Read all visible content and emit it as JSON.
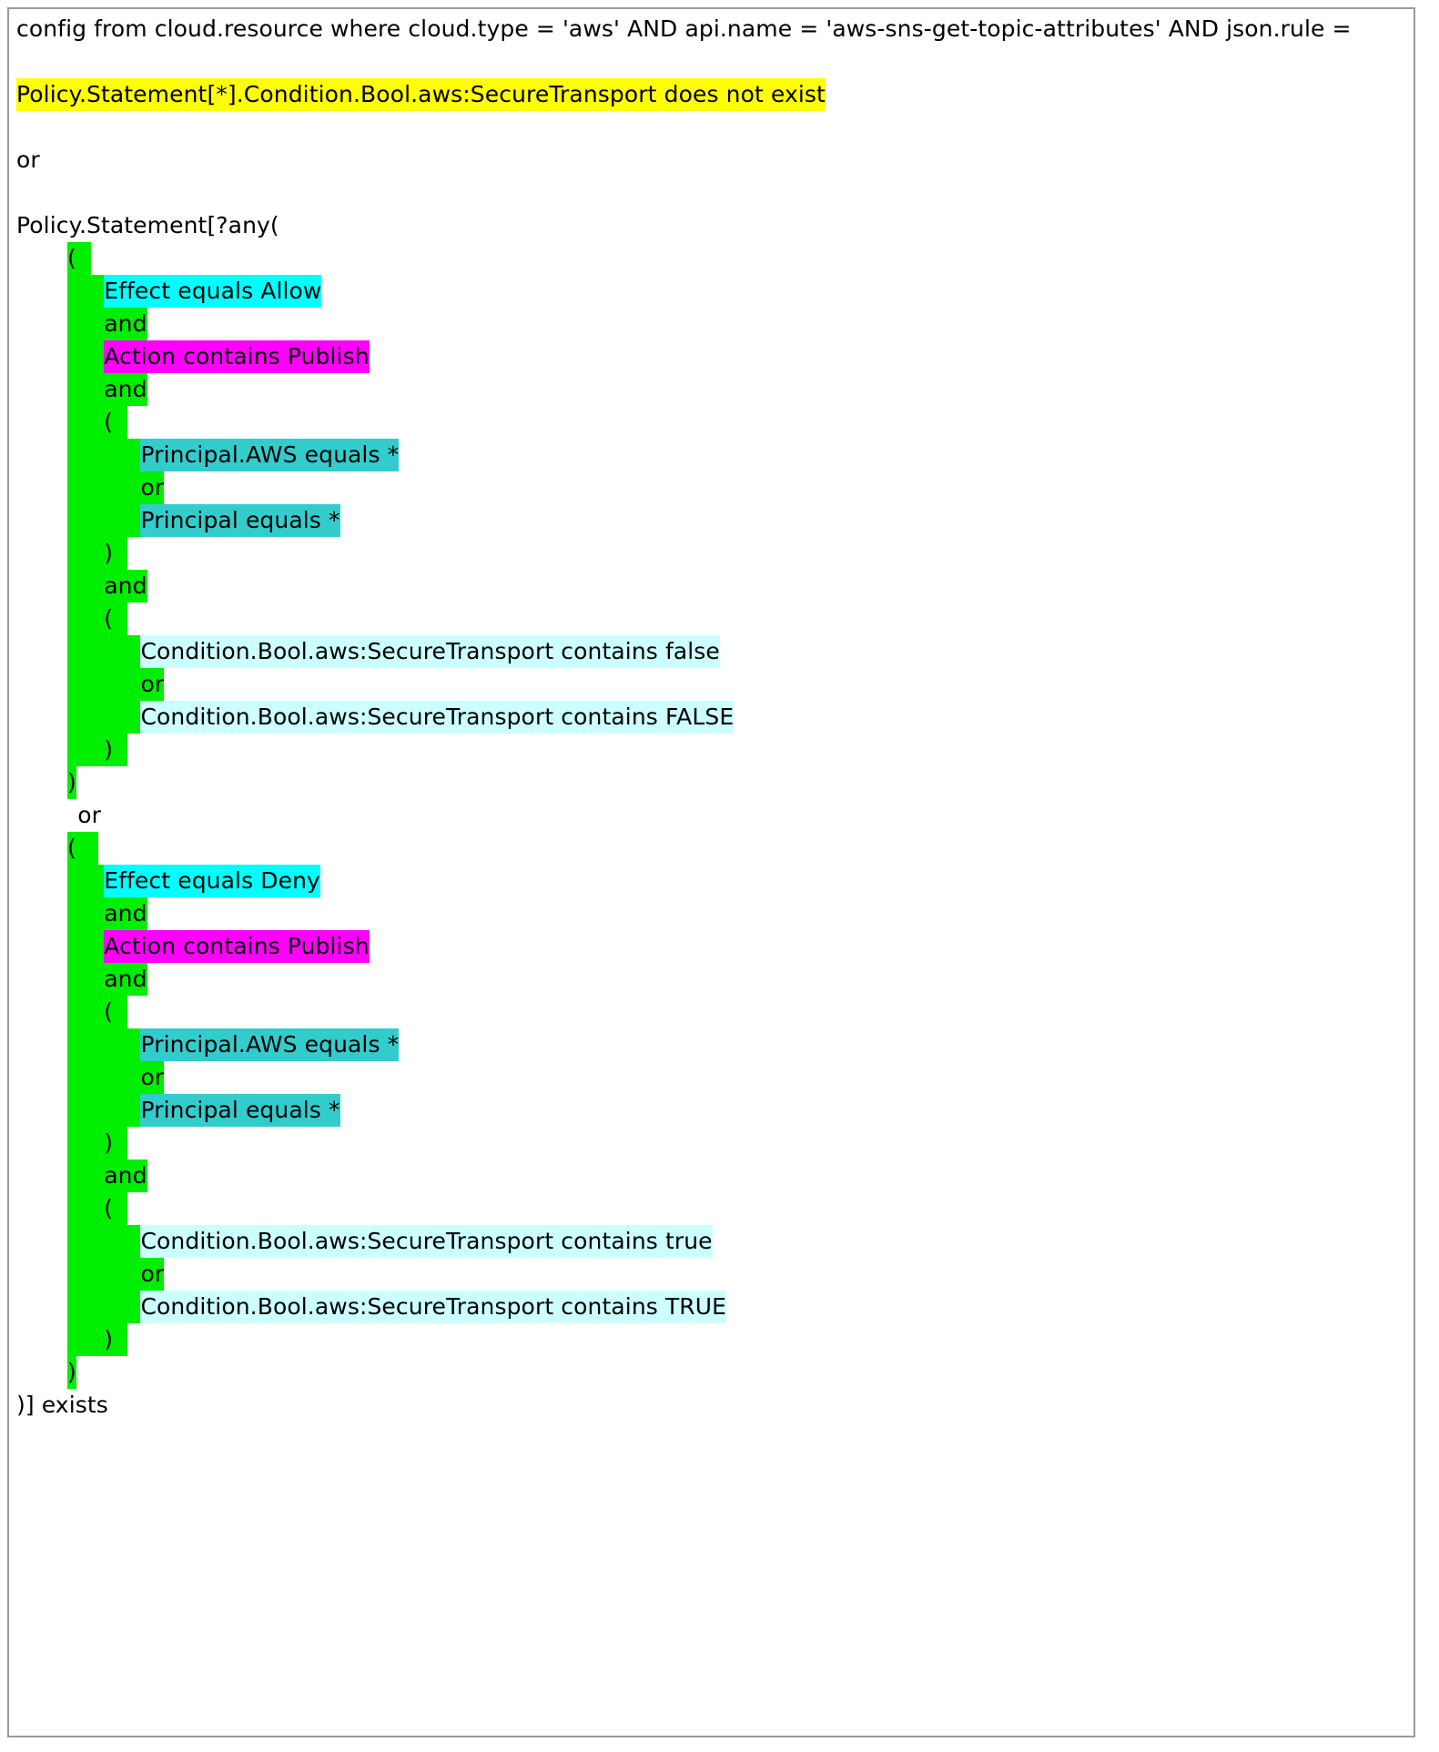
{
  "document": {
    "title": "RQL query with highlighted policy condition clauses",
    "colors": {
      "yellow": "#ffff00",
      "green": "#00ee00",
      "cyan": "#00ffff",
      "teal": "#33cccc",
      "magenta": "#ff00ff",
      "pale_cyan": "#ccffff",
      "page_border": "#9a9a9a",
      "text": "#000000",
      "background": "#ffffff"
    },
    "lines": [
      {
        "id": "query-header",
        "indent": 0,
        "runs": [
          {
            "text": "config from cloud.resource where cloud.type = 'aws' AND api.name = 'aws-sns-get-topic-attributes' AND json.rule =",
            "color": "none"
          }
        ]
      },
      {
        "id": "blank-1",
        "blank": true
      },
      {
        "id": "rule-clause-1",
        "indent": 0,
        "runs": [
          {
            "text": "Policy.Statement[*].Condition.Bool.aws:SecureTransport does not exist",
            "color": "yellow"
          }
        ]
      },
      {
        "id": "blank-2",
        "blank": true
      },
      {
        "id": "operator-or-top",
        "indent": 0,
        "runs": [
          {
            "text": "or",
            "color": "none"
          }
        ]
      },
      {
        "id": "blank-3",
        "blank": true
      },
      {
        "id": "rule-clause-2-open",
        "indent": 0,
        "runs": [
          {
            "text": "Policy.Statement[?any(",
            "color": "none"
          }
        ]
      },
      {
        "id": "allow-block-open-paren",
        "indent": 5,
        "runs": [
          {
            "text": "(",
            "color": "green"
          },
          {
            "text": "  ",
            "color": "green"
          }
        ]
      },
      {
        "id": "allow-effect",
        "indent": 5,
        "runs": [
          {
            "text": "     ",
            "color": "green"
          },
          {
            "text": "Effect equals Allow",
            "color": "cyan"
          }
        ]
      },
      {
        "id": "allow-and-1",
        "indent": 5,
        "runs": [
          {
            "text": "     ",
            "color": "green"
          },
          {
            "text": "and",
            "color": "green"
          }
        ]
      },
      {
        "id": "allow-action",
        "indent": 5,
        "runs": [
          {
            "text": "     ",
            "color": "green"
          },
          {
            "text": "Action contains Publish",
            "color": "magenta"
          }
        ]
      },
      {
        "id": "allow-and-2",
        "indent": 5,
        "runs": [
          {
            "text": "     ",
            "color": "green"
          },
          {
            "text": "and",
            "color": "green"
          }
        ]
      },
      {
        "id": "allow-principal-open-paren",
        "indent": 5,
        "runs": [
          {
            "text": "     ",
            "color": "green"
          },
          {
            "text": "(",
            "color": "green"
          },
          {
            "text": "  ",
            "color": "green"
          }
        ]
      },
      {
        "id": "allow-principal-aws",
        "indent": 5,
        "runs": [
          {
            "text": "          ",
            "color": "green"
          },
          {
            "text": "Principal.AWS equals *",
            "color": "teal"
          }
        ]
      },
      {
        "id": "allow-principal-or",
        "indent": 5,
        "runs": [
          {
            "text": "          ",
            "color": "green"
          },
          {
            "text": "or",
            "color": "green"
          }
        ]
      },
      {
        "id": "allow-principal-star",
        "indent": 5,
        "runs": [
          {
            "text": "          ",
            "color": "green"
          },
          {
            "text": "Principal equals *",
            "color": "teal"
          }
        ]
      },
      {
        "id": "allow-principal-close-paren",
        "indent": 5,
        "runs": [
          {
            "text": "     ",
            "color": "green"
          },
          {
            "text": ")",
            "color": "green"
          },
          {
            "text": "  ",
            "color": "green"
          }
        ]
      },
      {
        "id": "allow-and-3",
        "indent": 5,
        "runs": [
          {
            "text": "     ",
            "color": "green"
          },
          {
            "text": "and",
            "color": "green"
          }
        ]
      },
      {
        "id": "allow-condition-open-paren",
        "indent": 5,
        "runs": [
          {
            "text": "     ",
            "color": "green"
          },
          {
            "text": "(",
            "color": "green"
          },
          {
            "text": "  ",
            "color": "green"
          }
        ]
      },
      {
        "id": "allow-condition-false",
        "indent": 5,
        "runs": [
          {
            "text": "          ",
            "color": "green"
          },
          {
            "text": "Condition.Bool.aws:SecureTransport contains false",
            "color": "pale"
          }
        ]
      },
      {
        "id": "allow-condition-or",
        "indent": 5,
        "runs": [
          {
            "text": "          ",
            "color": "green"
          },
          {
            "text": "or",
            "color": "green"
          }
        ]
      },
      {
        "id": "allow-condition-FALSE",
        "indent": 5,
        "runs": [
          {
            "text": "          ",
            "color": "green"
          },
          {
            "text": "Condition.Bool.aws:SecureTransport contains FALSE",
            "color": "pale"
          }
        ]
      },
      {
        "id": "allow-condition-close-paren",
        "indent": 5,
        "runs": [
          {
            "text": "     ",
            "color": "green"
          },
          {
            "text": ")",
            "color": "green"
          },
          {
            "text": "  ",
            "color": "green"
          }
        ]
      },
      {
        "id": "allow-block-close-paren",
        "indent": 5,
        "runs": [
          {
            "text": ")",
            "color": "green"
          }
        ]
      },
      {
        "id": "operator-or-middle",
        "indent": 6,
        "runs": [
          {
            "text": "or",
            "color": "none"
          }
        ]
      },
      {
        "id": "deny-block-open-paren",
        "indent": 5,
        "runs": [
          {
            "text": "(",
            "color": "green"
          },
          {
            "text": "   ",
            "color": "green"
          }
        ]
      },
      {
        "id": "deny-effect",
        "indent": 5,
        "runs": [
          {
            "text": "     ",
            "color": "green"
          },
          {
            "text": "Effect equals Deny",
            "color": "cyan"
          }
        ]
      },
      {
        "id": "deny-and-1",
        "indent": 5,
        "runs": [
          {
            "text": "     ",
            "color": "green"
          },
          {
            "text": "and",
            "color": "green"
          }
        ]
      },
      {
        "id": "deny-action",
        "indent": 5,
        "runs": [
          {
            "text": "     ",
            "color": "green"
          },
          {
            "text": "Action contains Publish",
            "color": "magenta"
          }
        ]
      },
      {
        "id": "deny-and-2",
        "indent": 5,
        "runs": [
          {
            "text": "     ",
            "color": "green"
          },
          {
            "text": "and",
            "color": "green"
          }
        ]
      },
      {
        "id": "deny-principal-open-paren",
        "indent": 5,
        "runs": [
          {
            "text": "     ",
            "color": "green"
          },
          {
            "text": "(",
            "color": "green"
          },
          {
            "text": "  ",
            "color": "green"
          }
        ]
      },
      {
        "id": "deny-principal-aws",
        "indent": 5,
        "runs": [
          {
            "text": "          ",
            "color": "green"
          },
          {
            "text": "Principal.AWS equals *",
            "color": "teal"
          }
        ]
      },
      {
        "id": "deny-principal-or",
        "indent": 5,
        "runs": [
          {
            "text": "          ",
            "color": "green"
          },
          {
            "text": "or",
            "color": "green"
          }
        ]
      },
      {
        "id": "deny-principal-star",
        "indent": 5,
        "runs": [
          {
            "text": "          ",
            "color": "green"
          },
          {
            "text": "Principal equals *",
            "color": "teal"
          }
        ]
      },
      {
        "id": "deny-principal-close-paren",
        "indent": 5,
        "runs": [
          {
            "text": "     ",
            "color": "green"
          },
          {
            "text": ")",
            "color": "green"
          },
          {
            "text": "  ",
            "color": "green"
          }
        ]
      },
      {
        "id": "deny-and-3",
        "indent": 5,
        "runs": [
          {
            "text": "     ",
            "color": "green"
          },
          {
            "text": "and",
            "color": "green"
          }
        ]
      },
      {
        "id": "deny-condition-open-paren",
        "indent": 5,
        "runs": [
          {
            "text": "     ",
            "color": "green"
          },
          {
            "text": "(",
            "color": "green"
          },
          {
            "text": "  ",
            "color": "green"
          }
        ]
      },
      {
        "id": "deny-condition-true",
        "indent": 5,
        "runs": [
          {
            "text": "          ",
            "color": "green"
          },
          {
            "text": "Condition.Bool.aws:SecureTransport contains true",
            "color": "pale"
          }
        ]
      },
      {
        "id": "deny-condition-or",
        "indent": 5,
        "runs": [
          {
            "text": "          ",
            "color": "green"
          },
          {
            "text": "or",
            "color": "green"
          }
        ]
      },
      {
        "id": "deny-condition-TRUE",
        "indent": 5,
        "runs": [
          {
            "text": "          ",
            "color": "green"
          },
          {
            "text": "Condition.Bool.aws:SecureTransport contains TRUE",
            "color": "pale"
          }
        ]
      },
      {
        "id": "deny-condition-close-paren",
        "indent": 5,
        "runs": [
          {
            "text": "     ",
            "color": "green"
          },
          {
            "text": ")",
            "color": "green"
          },
          {
            "text": "  ",
            "color": "green"
          }
        ]
      },
      {
        "id": "deny-block-close-paren",
        "indent": 5,
        "runs": [
          {
            "text": ")",
            "color": "green"
          }
        ]
      },
      {
        "id": "rule-clause-2-close",
        "indent": 0,
        "runs": [
          {
            "text": ")] exists",
            "color": "none"
          }
        ]
      }
    ]
  }
}
